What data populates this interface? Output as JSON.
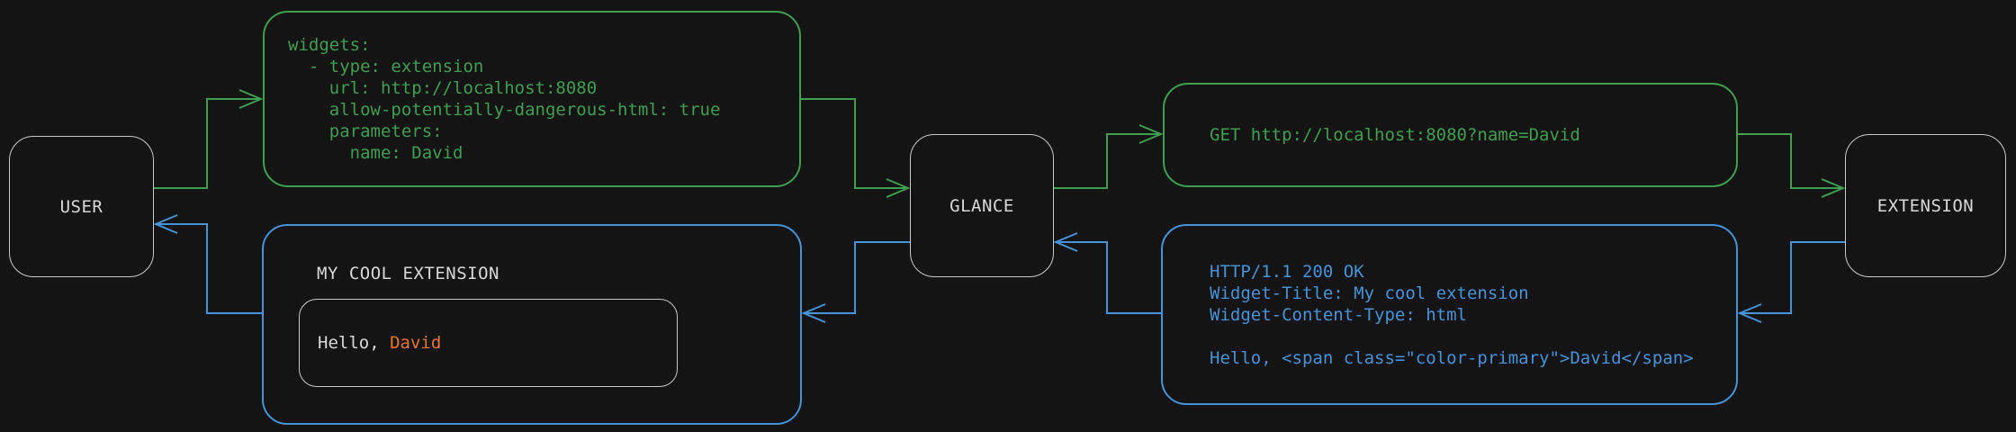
{
  "colors": {
    "background": "#141414",
    "green": "#3f9e4f",
    "blue": "#4793d7",
    "orange": "#e9772f",
    "border_gray": "#c9c9c9",
    "text_gray": "#d8d8d8"
  },
  "nodes": {
    "user": {
      "label": "USER"
    },
    "glance": {
      "label": "GLANCE"
    },
    "extension": {
      "label": "EXTENSION"
    }
  },
  "config_box": {
    "lines": [
      "widgets:",
      "  - type: extension",
      "    url: http://localhost:8080",
      "    allow-potentially-dangerous-html: true",
      "    parameters:",
      "      name: David"
    ]
  },
  "request_box": {
    "text": "GET http://localhost:8080?name=David"
  },
  "response_box": {
    "lines": [
      "HTTP/1.1 200 OK",
      "Widget-Title: My cool extension",
      "Widget-Content-Type: html",
      "",
      "Hello, <span class=\"color-primary\">David</span>"
    ]
  },
  "widget_box": {
    "title": "MY COOL EXTENSION",
    "greeting_prefix": "Hello, ",
    "greeting_name": "David"
  }
}
